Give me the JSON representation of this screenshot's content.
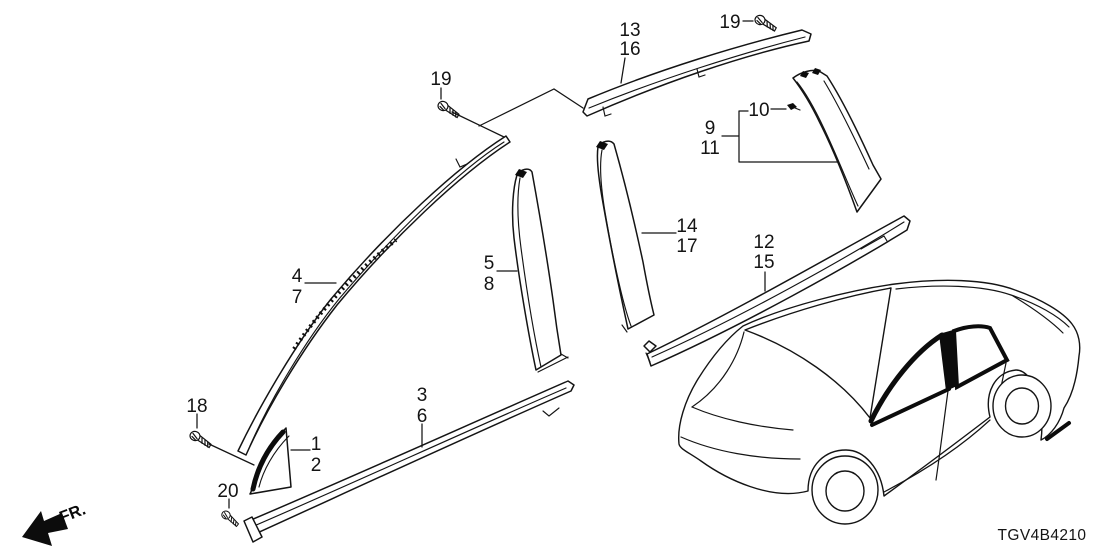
{
  "diagram": {
    "code": "TGV4B4210",
    "front_direction_label": "FR.",
    "ink_color": "#141414",
    "background_color": "#ffffff"
  },
  "callouts": {
    "n1": "1",
    "n2": "2",
    "n3": "3",
    "n4": "4",
    "n5": "5",
    "n6": "6",
    "n7": "7",
    "n8": "8",
    "n9": "9",
    "n10": "10",
    "n11": "11",
    "n12": "12",
    "n13": "13",
    "n14": "14",
    "n15": "15",
    "n16": "16",
    "n17": "17",
    "n18": "18",
    "n19_left": "19",
    "n19_right": "19",
    "n20": "20"
  }
}
